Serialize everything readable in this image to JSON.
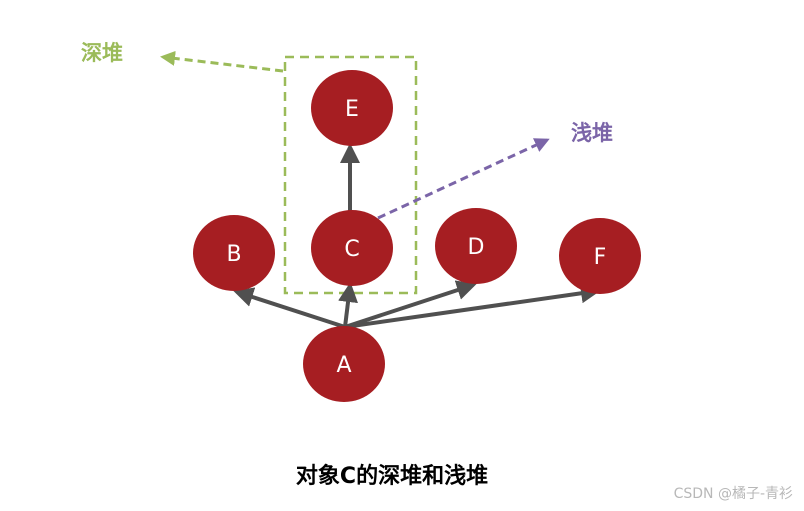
{
  "nodes": {
    "a": {
      "label": "A"
    },
    "b": {
      "label": "B"
    },
    "c": {
      "label": "C"
    },
    "d": {
      "label": "D"
    },
    "e": {
      "label": "E"
    },
    "f": {
      "label": "F"
    }
  },
  "labels": {
    "deep_heap": "深堆",
    "shallow_heap": "浅堆"
  },
  "caption": "对象C的深堆和浅堆",
  "watermark": "CSDN @橘子-青衫",
  "colors": {
    "node_fill": "#a61e22",
    "edge": "#505050",
    "deep_heap": "#9bbb59",
    "shallow_heap": "#7b65a8",
    "caption": "#000000"
  }
}
